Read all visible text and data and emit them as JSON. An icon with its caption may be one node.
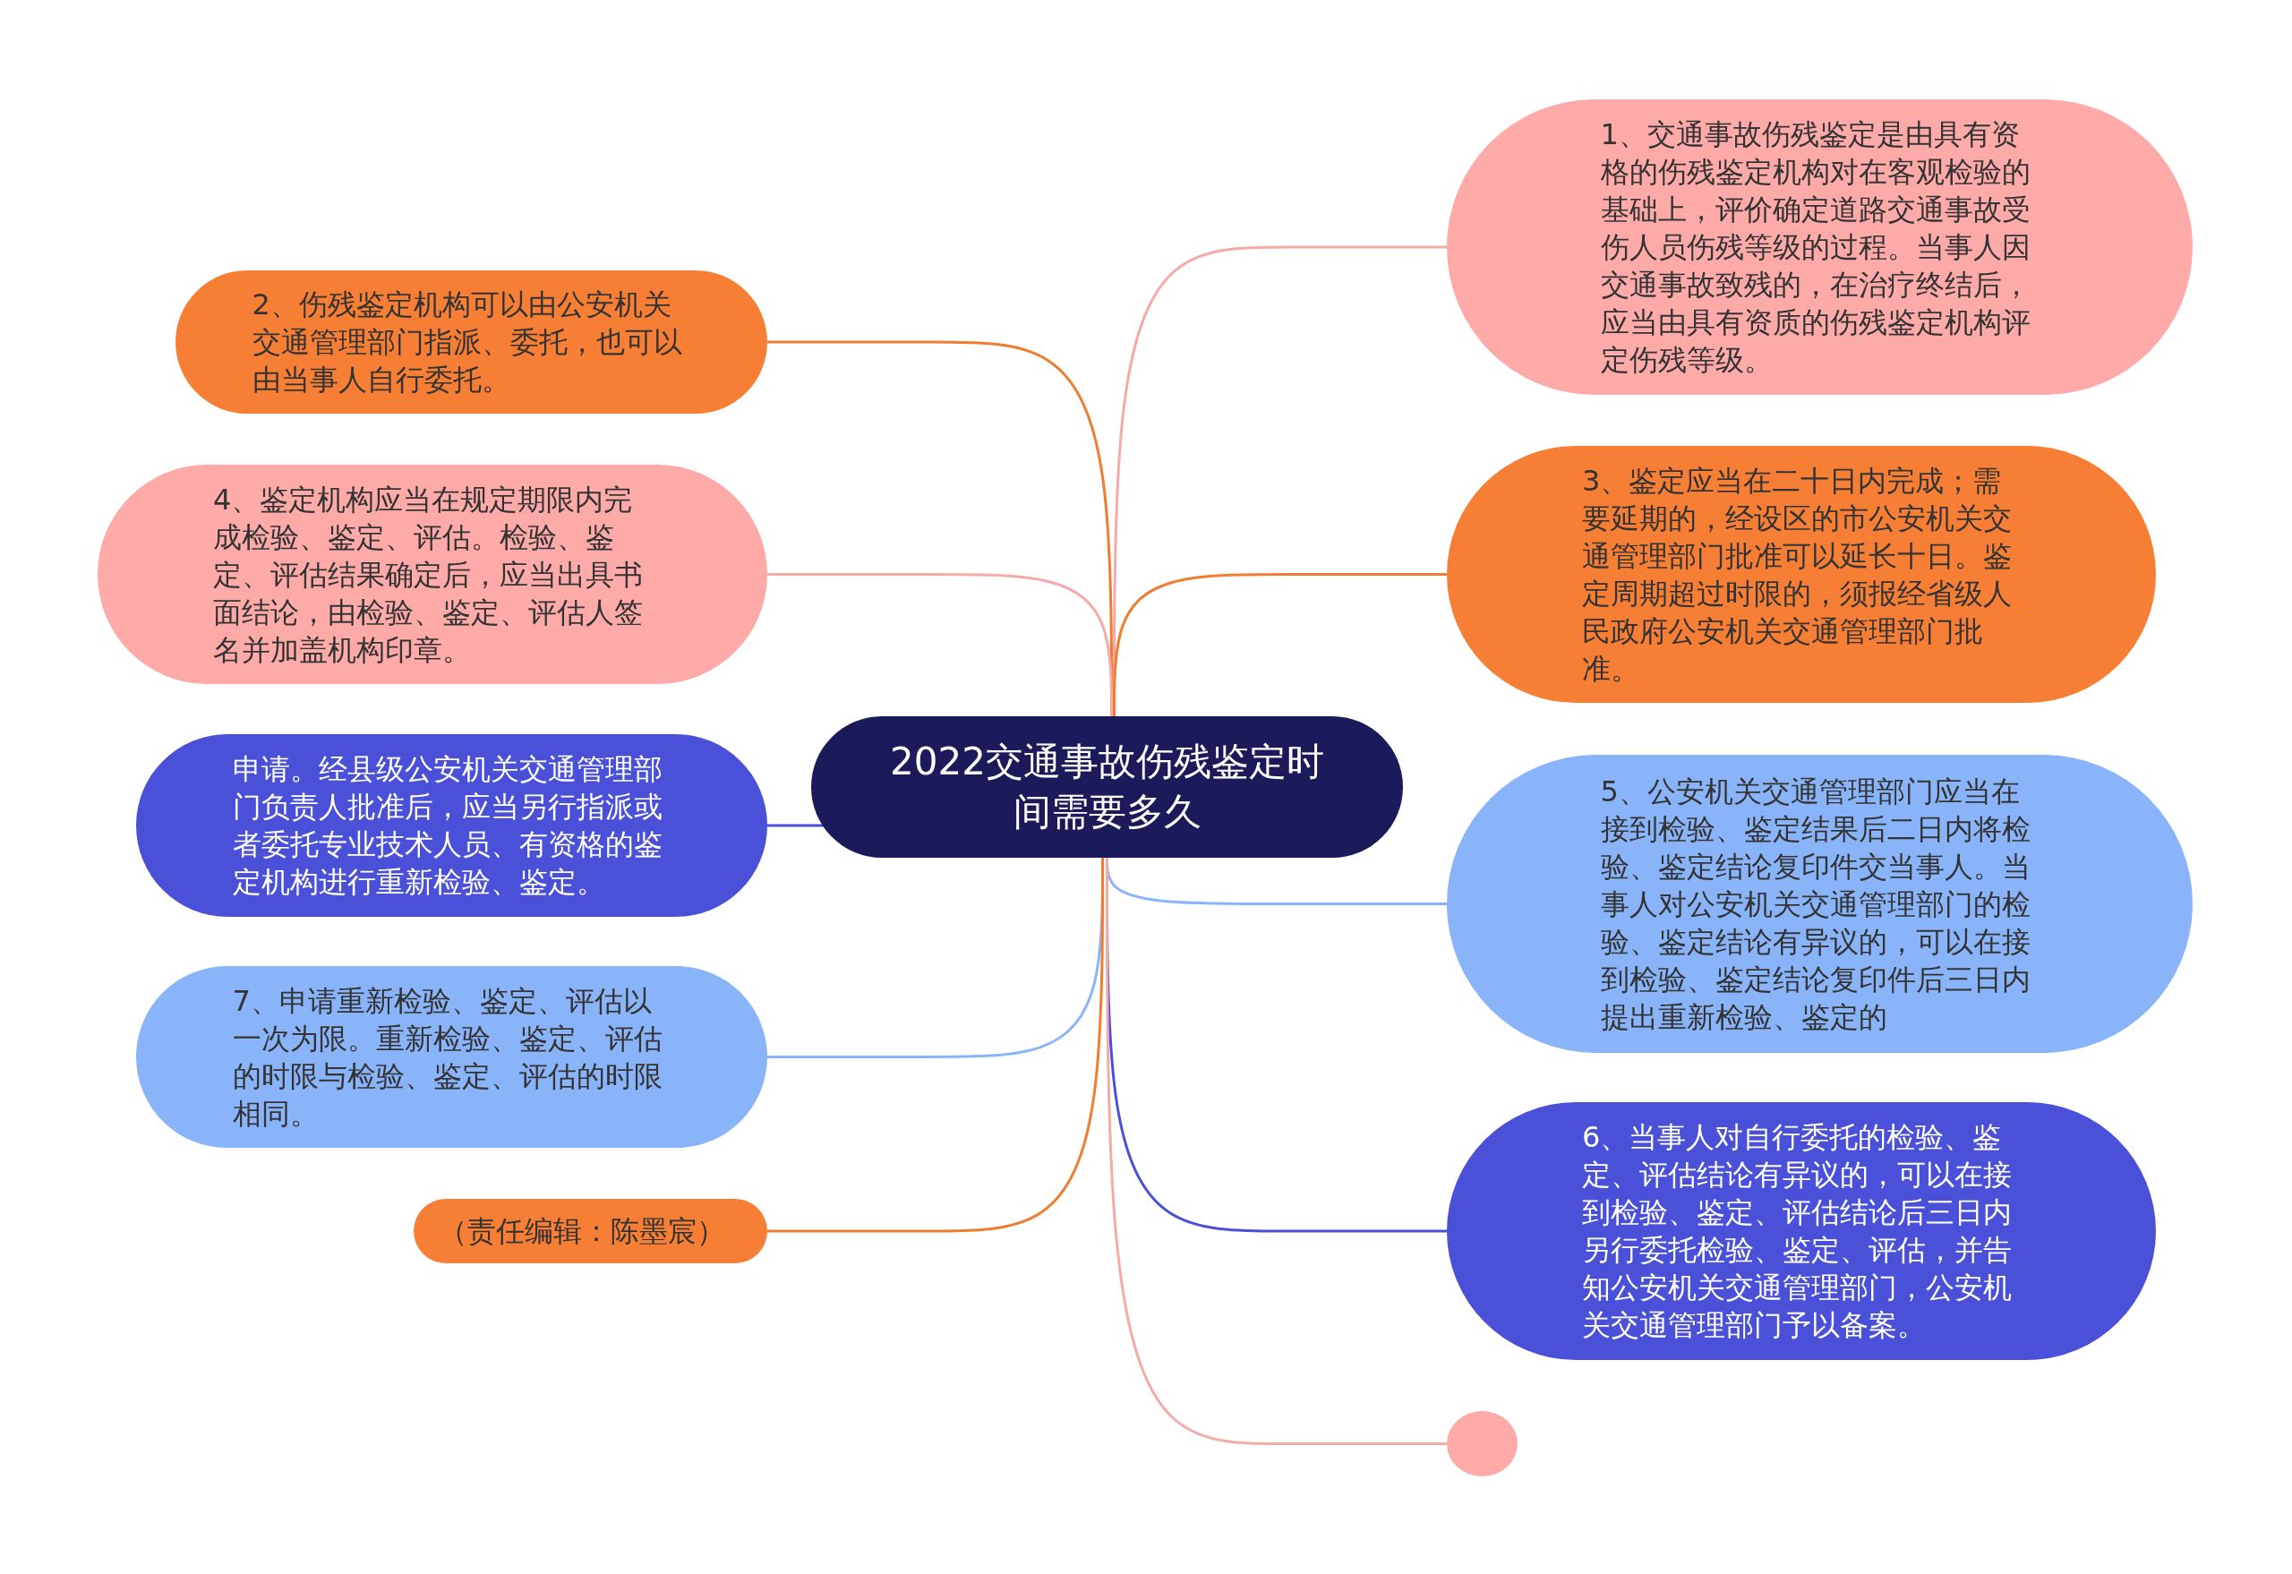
{
  "diagram": {
    "nodes": [
      {
        "text": [
          "2022交通事故伤残鉴定时间需要多久"
        ]
      },
      {
        "text": [
          "2、伤残鉴定机构可以由公安机关交通管理部门指派、委托，也可以由当事人自行委托。"
        ]
      },
      {
        "text": [
          "4、鉴定机构应当在规定期限内完成检验、鉴定、评估。检验、鉴定、评估结果确定后，应当出具书面结论，由检验、鉴定、评估人签名并加盖机构印章。"
        ]
      },
      {
        "text": [
          "申请。经县级公安机关交通管理部门负责人批准后，应当另行指派或者委托专业技术人员、有资格的鉴定机构进行重新检验、鉴定。"
        ]
      },
      {
        "text": [
          "7、申请重新检验、鉴定、评估以一次为限。重新检验、鉴定、评估的时限与检验、鉴定、评估的时限相同。"
        ]
      },
      {
        "text": [
          "（责任编辑：陈墨宸）"
        ]
      },
      {
        "text": [
          "1、交通事故伤残鉴定是由具有资格的伤残鉴定机构对在客观检验的基础上，评价确定道路交通事故受伤人员伤残等级的过程。当事人因交通事故致残的，在治疗终结后，应当由具有资质的伤残鉴定机构评定伤残等级。"
        ]
      },
      {
        "text": [
          "3、鉴定应当在二十日内完成；需要延期的，经设区的市公安机关交通管理部门批准可以延长十日。鉴定周期超过时限的，须报经省级人民政府公安机关交通管理部门批准。"
        ]
      },
      {
        "text": [
          "5、公安机关交通管理部门应当在接到检验、鉴定结果后二日内将检验、鉴定结论复印件交当事人。当事人对公安机关交通管理部门的检验、鉴定结论有异议的，可以在接到检验、鉴定结论复印件后三日内提出重新检验、鉴定的"
        ]
      },
      {
        "text": [
          "6、当事人对自行委托的检验、鉴定、评估结论有异议的，可以在接到检验、鉴定、评估结论后三日内另行委托检验、鉴定、评估，并告知公安机关交通管理部门，公安机关交通管理部门予以备案。"
        ]
      },
      {
        "text": [],
        "shape": "circle"
      }
    ],
    "edges": [
      {
        "from": 0,
        "to": 1,
        "arrow": "none",
        "color": "#f07c30"
      },
      {
        "from": 0,
        "to": 2,
        "arrow": "none",
        "color": "#f5aaa8"
      },
      {
        "from": 0,
        "to": 3,
        "arrow": "none",
        "color": "#4a50d8"
      },
      {
        "from": 0,
        "to": 4,
        "arrow": "none",
        "color": "#8ab4fa"
      },
      {
        "from": 0,
        "to": 5,
        "arrow": "none",
        "color": "#f07c30"
      },
      {
        "from": 0,
        "to": 6,
        "arrow": "none",
        "color": "#f5aaa8"
      },
      {
        "from": 0,
        "to": 7,
        "arrow": "none",
        "color": "#f07c30"
      },
      {
        "from": 0,
        "to": 8,
        "arrow": "none",
        "color": "#8ab4fa"
      },
      {
        "from": 0,
        "to": 9,
        "arrow": "none",
        "color": "#4a50d8"
      },
      {
        "from": 0,
        "to": 10,
        "arrow": "none",
        "color": "#f5aaa8"
      }
    ]
  }
}
